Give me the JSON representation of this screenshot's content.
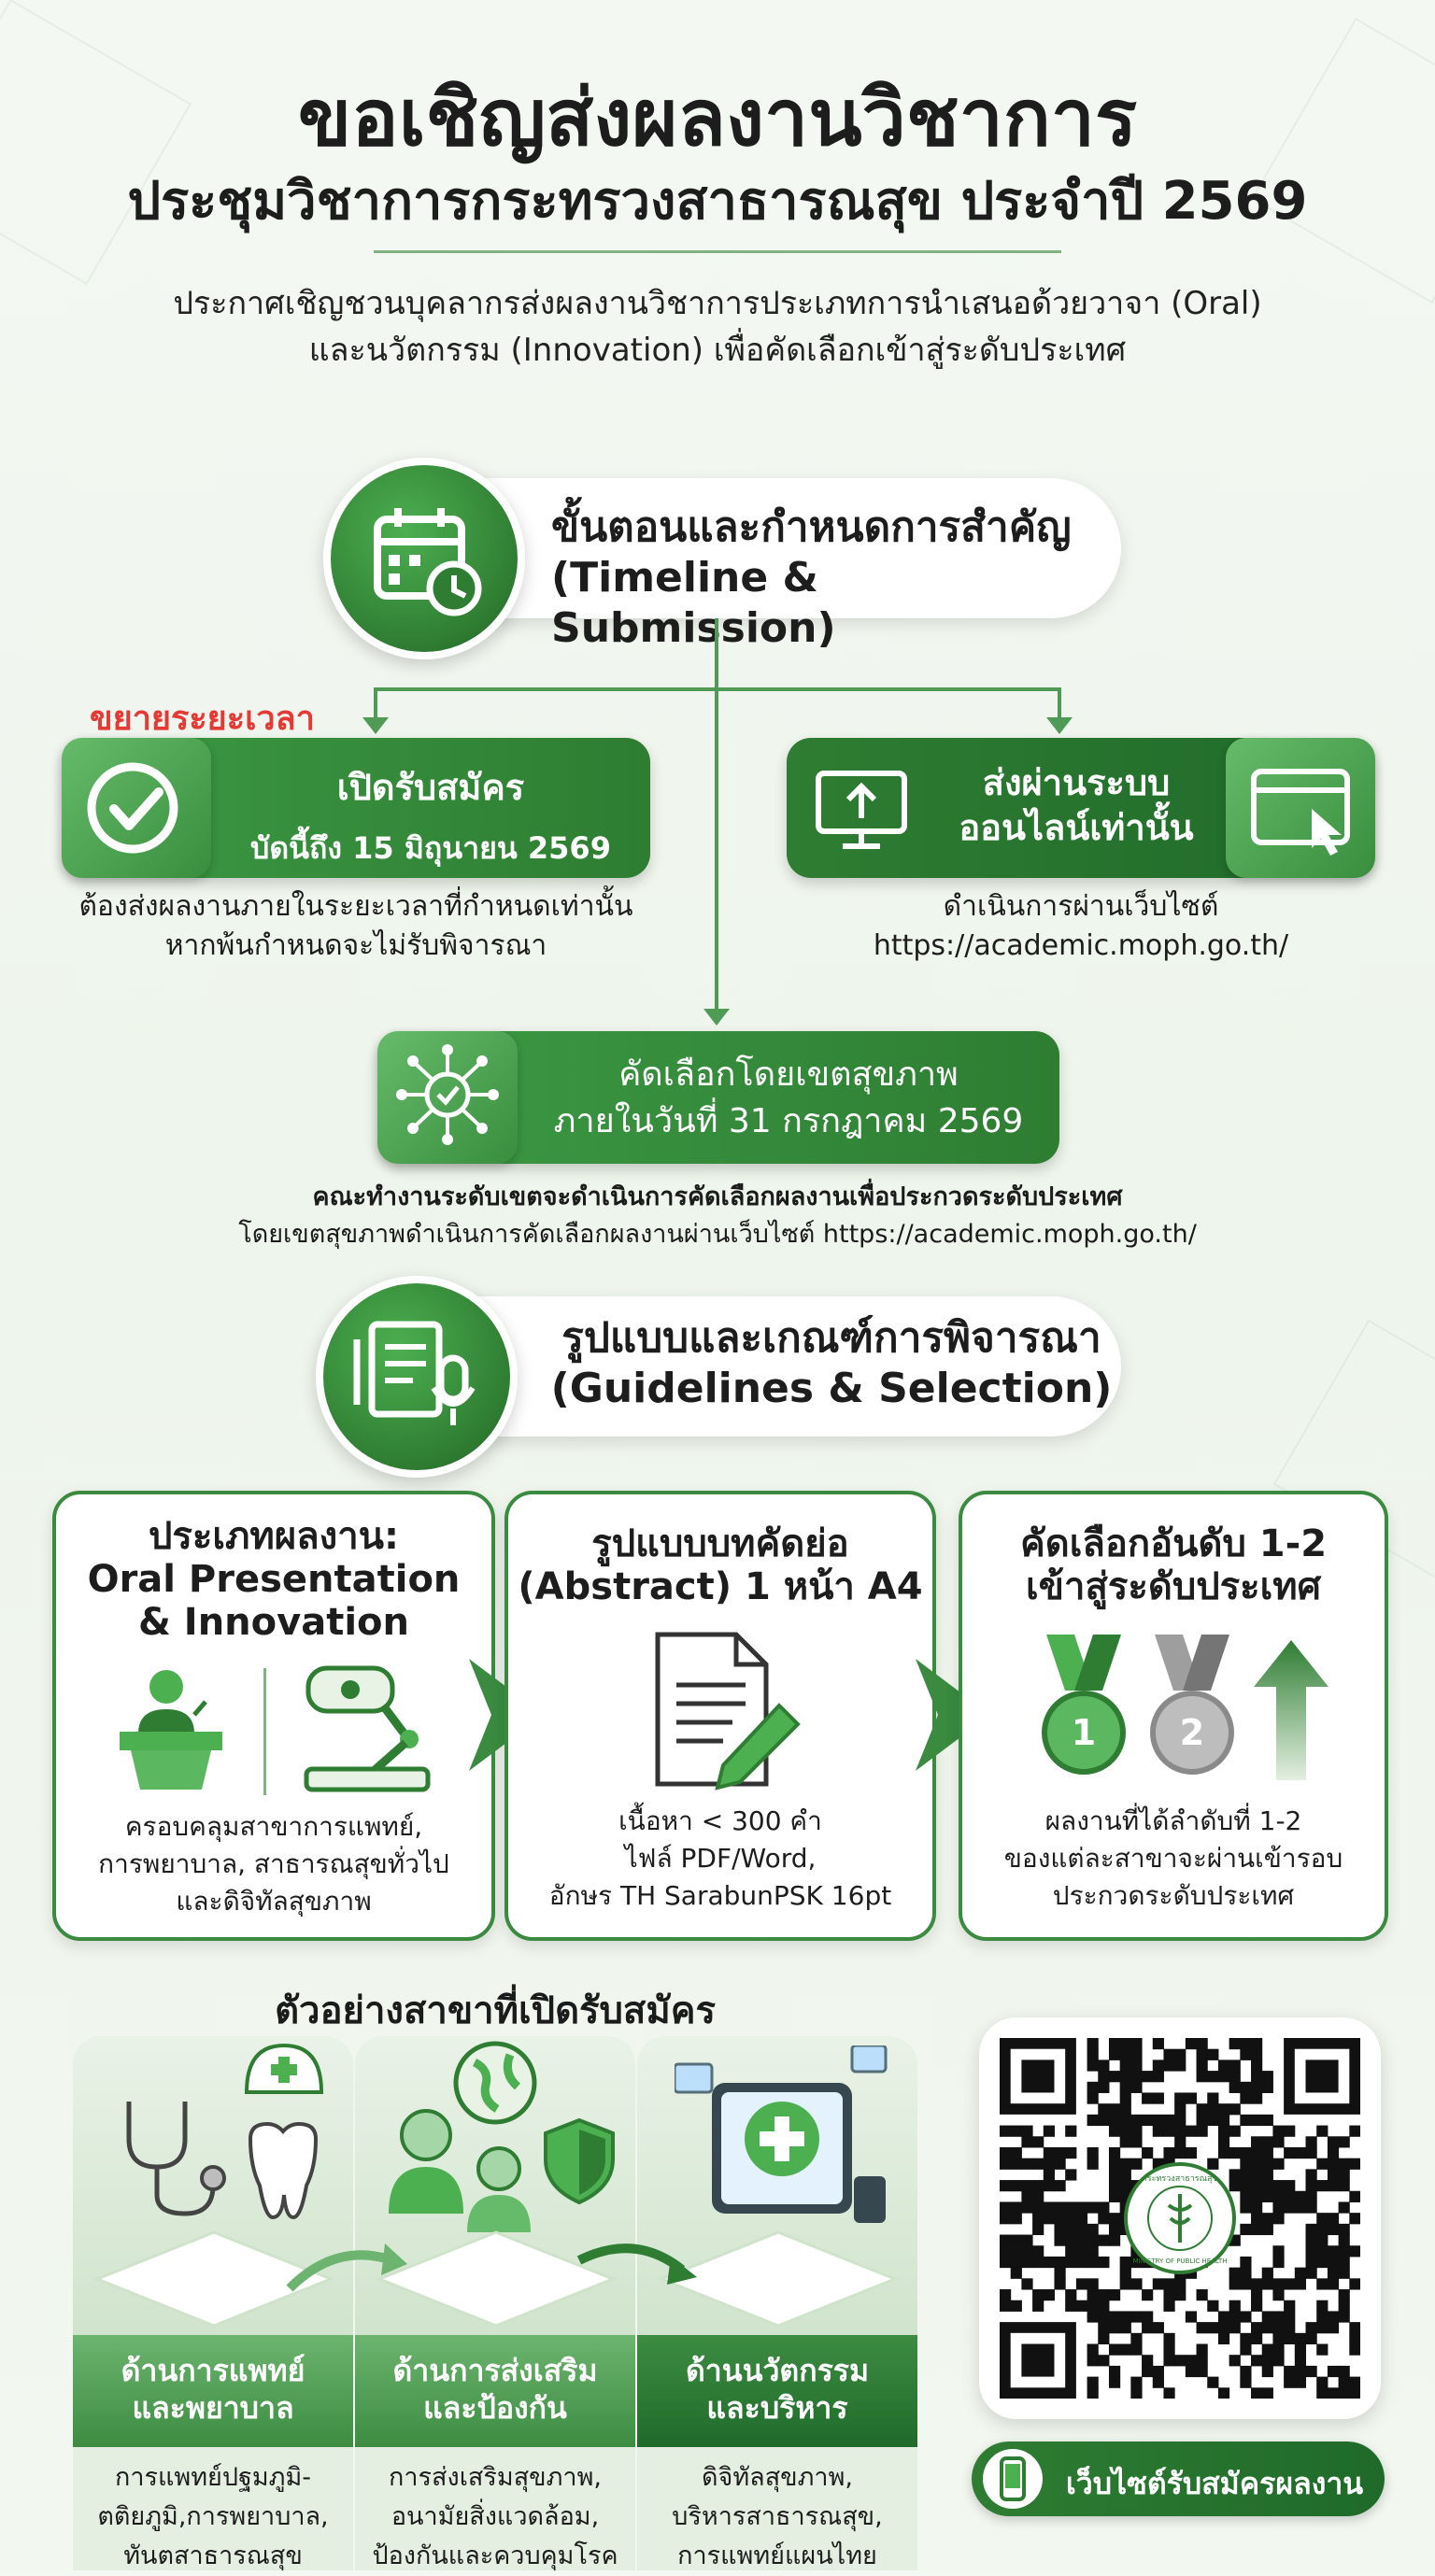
{
  "header": {
    "title": "ขอเชิญส่งผลงานวิชาการ",
    "subtitle": "ประชุมวิชาการกระทรวงสาธารณสุข ประจำปี 2569",
    "intro_line1": "ประกาศเชิญชวนบุคลากรส่งผลงานวิชาการประเภทการนำเสนอด้วยวาจา (Oral)",
    "intro_line2": "และนวัตกรรม (Innovation) เพื่อคัดเลือกเข้าสู่ระดับประเทศ"
  },
  "timeline": {
    "heading_th": "ขั้นตอนและกำหนดการสำคัญ",
    "heading_en": "(Timeline & Submission)",
    "extended_badge": "ขยายระยะเวลา",
    "open": {
      "title": "เปิดรับสมัคร",
      "date": "บัดนี้ถึง 15 มิถุนายน 2569",
      "note1": "ต้องส่งผลงานภายในระยะเวลาที่กำหนดเท่านั้น",
      "note2": "หากพ้นกำหนดจะไม่รับพิจารณา"
    },
    "online": {
      "title1": "ส่งผ่านระบบ",
      "title2": "ออนไลน์เท่านั้น",
      "note1": "ดำเนินการผ่านเว็บไซต์",
      "note2": "https://academic.moph.go.th/"
    },
    "select": {
      "title": "คัดเลือกโดยเขตสุขภาพ",
      "date": "ภายในวันที่ 31 กรกฎาคม 2569",
      "note1": "คณะทำงานระดับเขตจะดำเนินการคัดเลือกผลงานเพื่อประกวดระดับประเทศ",
      "note2": "โดยเขตสุขภาพดำเนินการคัดเลือกผลงานผ่านเว็บไซต์ https://academic.moph.go.th/"
    }
  },
  "guidelines": {
    "heading_th": "รูปแบบและเกณฑ์การพิจารณา",
    "heading_en": "(Guidelines & Selection)",
    "cards": [
      {
        "title1": "ประเภทผลงาน:",
        "title2": "Oral Presentation",
        "title3": "& Innovation",
        "text1": "ครอบคลุมสาขาการแพทย์,",
        "text2": "การพยาบาล, สาธารณสุขทั่วไป",
        "text3": "และดิจิทัลสุขภาพ"
      },
      {
        "title1": "รูปแบบบทคัดย่อ",
        "title2": "(Abstract) 1 หน้า A4",
        "text1": "เนื้อหา < 300 คำ",
        "text2": "ไฟล์ PDF/Word,",
        "text3": "อักษร TH SarabunPSK 16pt"
      },
      {
        "title1": "คัดเลือกอันดับ 1-2",
        "title2": "เข้าสู่ระดับประเทศ",
        "medal1": "1",
        "medal2": "2",
        "text1": "ผลงานที่ได้ลำดับที่ 1-2",
        "text2": "ของแต่ละสาขาจะผ่านเข้ารอบ",
        "text3": "ประกวดระดับประเทศ"
      }
    ]
  },
  "branches": {
    "heading": "ตัวอย่างสาขาที่เปิดรับสมัคร",
    "items": [
      {
        "band1": "ด้านการแพทย์",
        "band2": "และพยาบาล",
        "t1": "การแพทย์ปฐมภูมิ-",
        "t2": "ตติยภูมิ,การพยาบาล,",
        "t3": "ทันตสาธารณสุข"
      },
      {
        "band1": "ด้านการส่งเสริม",
        "band2": "และป้องกัน",
        "t1": "การส่งเสริมสุขภาพ,",
        "t2": "อนามัยสิ่งแวดล้อม,",
        "t3": "ป้องกันและควบคุมโรค"
      },
      {
        "band1": "ด้านนวัตกรรม",
        "band2": "และบริหาร",
        "t1": "ดิจิทัลสุขภาพ,",
        "t2": "บริหารสาธารณสุข,",
        "t3": "การแพทย์แผนไทย"
      }
    ]
  },
  "qr": {
    "button": "เว็บไซต์รับสมัครผลงาน",
    "seal_top": "กระทรวงสาธารณสุข",
    "seal_bottom": "MINISTRY OF PUBLIC HEALTH"
  },
  "colors": {
    "primary": "#2e7d32",
    "accent": "#4caf50",
    "alert": "#e53935"
  }
}
